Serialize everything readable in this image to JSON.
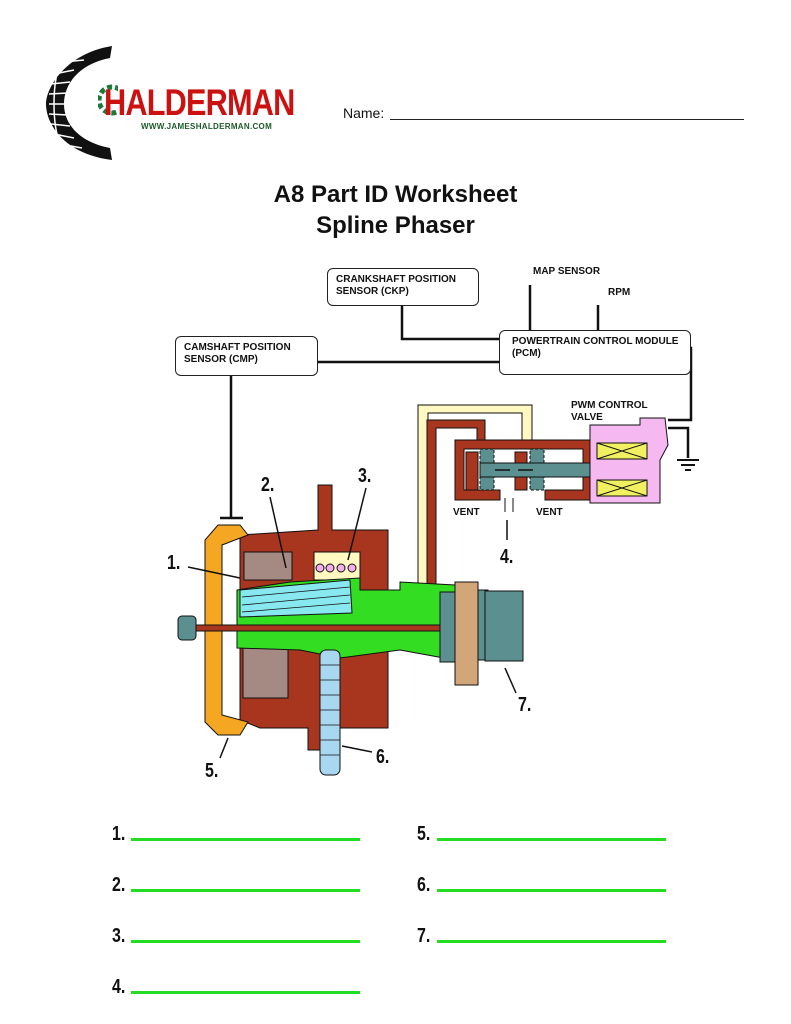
{
  "logo": {
    "brand": "HALDERMAN",
    "url": "WWW.JAMESHALDERMAN.COM"
  },
  "name_field": {
    "label": "Name:",
    "value": ""
  },
  "title": {
    "line1": "A8 Part ID Worksheet",
    "line2": "Spline Phaser"
  },
  "diagram": {
    "ckp_box": "CRANKSHAFT  POSITION SENSOR (CKP)",
    "cmp_box": "CAMSHAFT POSITION SENSOR (CMP)",
    "pcm_box": "POWERTRAIN CONTROL MODULE (PCM)",
    "map_sensor": "MAP SENSOR",
    "rpm": "RPM",
    "pwm_valve": "PWM CONTROL VALVE",
    "vent_left": "VENT",
    "vent_right": "VENT",
    "callouts": [
      "1.",
      "2.",
      "3.",
      "4.",
      "5.",
      "6.",
      "7."
    ],
    "colors": {
      "housing": "#a8361e",
      "oil": "#33dd22",
      "spline": "#88e8f0",
      "cap": "#f5a623",
      "shaft": "#5c8f8f",
      "solenoid": "#f5b8f0",
      "oil_line": "#fff8c0",
      "sprocket": "#a8d8f0",
      "piston": "#a58a84",
      "disc": "#d2a679"
    }
  },
  "answers": [
    {
      "number": "1.",
      "value": ""
    },
    {
      "number": "2.",
      "value": ""
    },
    {
      "number": "3.",
      "value": ""
    },
    {
      "number": "4.",
      "value": ""
    },
    {
      "number": "5.",
      "value": ""
    },
    {
      "number": "6.",
      "value": ""
    },
    {
      "number": "7.",
      "value": ""
    }
  ],
  "answer_line_color": "#22dd22"
}
